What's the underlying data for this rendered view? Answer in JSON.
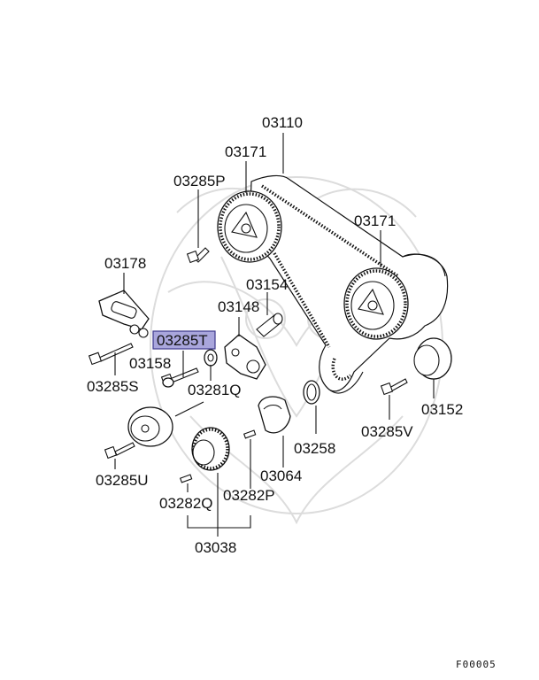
{
  "diagram": {
    "highlight_color": "#a9a6dc",
    "highlighted_part": "03285T",
    "labels": {
      "p03110": "03110",
      "p03171_left": "03171",
      "p03171_right": "03171",
      "p03285P": "03285P",
      "p03178": "03178",
      "p03154": "03154",
      "p03148": "03148",
      "p03285T": "03285T",
      "p03158": "03158",
      "p03285S": "03285S",
      "p03281Q": "03281Q",
      "p03152": "03152",
      "p03258": "03258",
      "p03285V": "03285V",
      "p03285U": "03285U",
      "p03064": "03064",
      "p03282Q": "03282Q",
      "p03282P": "03282P",
      "p03038": "03038"
    },
    "figure_code": "F00005"
  }
}
